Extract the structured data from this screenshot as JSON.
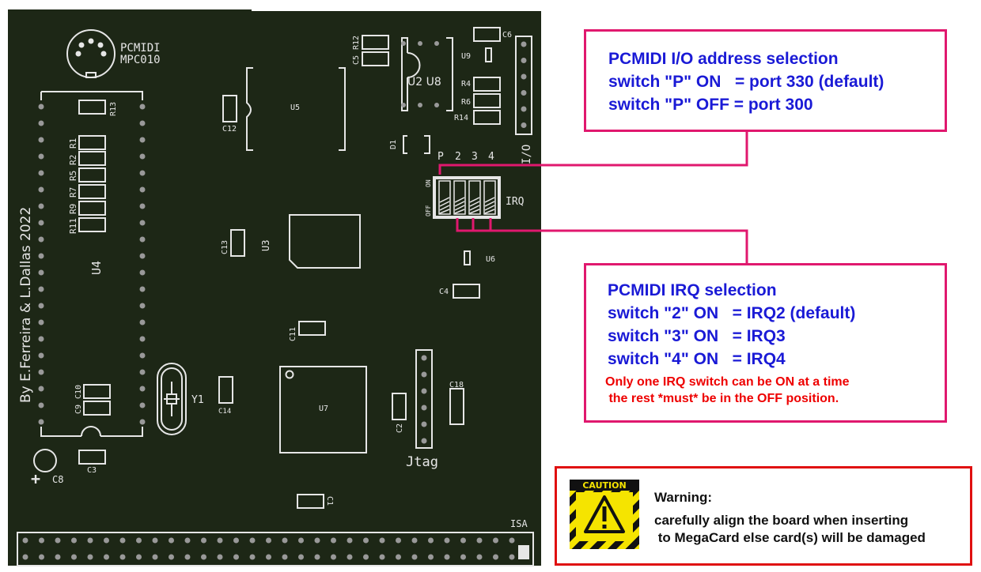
{
  "board": {
    "title_line1": "PCMIDI",
    "title_line2": "MPC010",
    "credit": "By E.Ferreira & L.Dallas 2022",
    "labels": {
      "R13": "R13",
      "R1": "R1",
      "R2": "R2",
      "R5": "R5",
      "R7": "R7",
      "R9": "R9",
      "R11": "R11",
      "U4": "U4",
      "C10": "C10",
      "C9": "C9",
      "C8": "C8",
      "C3": "C3",
      "Y1": "Y1",
      "C14": "C14",
      "C12": "C12",
      "U5": "U5",
      "C13": "C13",
      "U3": "U3",
      "C11": "C11",
      "U7": "U7",
      "C1": "C1",
      "R12": "R12",
      "C5": "C5",
      "U2U8": "U2 U8",
      "C6": "C6",
      "U9": "U9",
      "R4": "R4",
      "R6": "R6",
      "R14": "R14",
      "IO": "I/O",
      "D1": "D1",
      "sw_P": "P",
      "sw_2": "2",
      "sw_3": "3",
      "sw_4": "4",
      "on": "ON",
      "off": "OFF",
      "IRQ": "IRQ",
      "U6": "U6",
      "C4": "C4",
      "C2": "C2",
      "C18": "C18",
      "Jtag": "Jtag",
      "ISA": "ISA",
      "plus": "+"
    }
  },
  "io_note": {
    "title": "PCMIDI I/O address selection",
    "line1": "switch \"P\" ON   = port 330 (default)",
    "line2": "switch \"P\" OFF = port 300"
  },
  "irq_note": {
    "title": "PCMIDI IRQ selection",
    "line1": "switch \"2\" ON   = IRQ2 (default)",
    "line2": "switch \"3\" ON   = IRQ3",
    "line3": "switch \"4\" ON   = IRQ4",
    "warn1": "Only one IRQ switch can be ON at a time",
    "warn2": " the rest *must* be in the OFF position."
  },
  "warning": {
    "badge": "CAUTION",
    "title": "Warning:",
    "line1": "carefully align the board when inserting",
    "line2": " to MegaCard else card(s) will be damaged"
  },
  "colors": {
    "pcb": "#1d2716",
    "silk": "#e6e6e6",
    "callout": "#e0186e",
    "note_text": "#1a1ad6",
    "alert_text": "#ee0000"
  }
}
